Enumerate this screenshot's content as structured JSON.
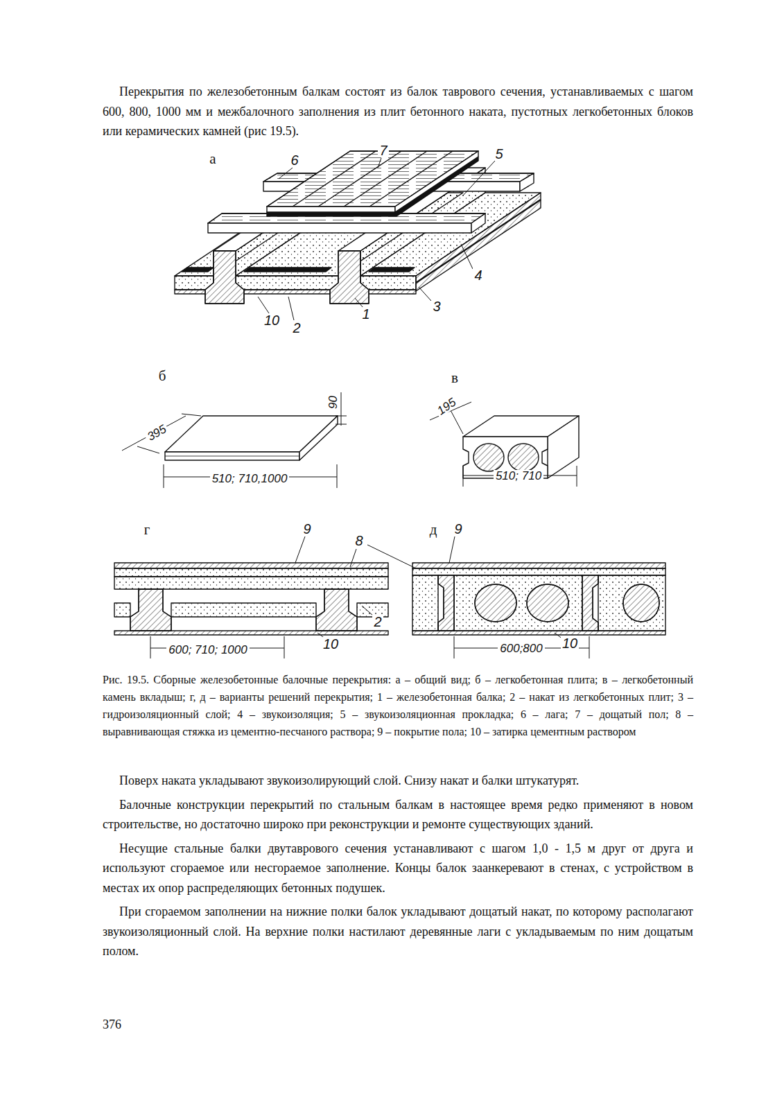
{
  "diagram": {
    "caption": "Рис. 19.5. Сборные железобетонные балочные перекрытия: а – общий вид; б – легкобетонная плита; в – легкобетонный камень вкладыш; г, д – варианты решений перекрытия; 1 – железобетонная балка; 2 – накат из легкобетонных плит; 3 – гидроизоляционный слой; 4 – звукоизоляция; 5 – звукоизоляционная прокладка; 6 – лага; 7 – дощатый пол; 8 – выравнивающая стяжка из цементно-песчаного раствора; 9 – покрытие пола; 10 – затирка цементным раствором",
    "labels": [
      "Перекрытия по железобетонным балкам состоят из балок таврового сечения, устанавливаемых с шагом 600, 800, 1000 мм и межбалочного заполнения из плит бетонного наката, пустотных легкобетонных блоков или керамических камней (рис 19.5).",
      "а",
      "6",
      "7",
      "5",
      "4",
      "3",
      "1",
      "10",
      "2",
      "б",
      "395",
      "90",
      "510; 710,1000",
      "в",
      "195",
      "510; 710",
      "г",
      "9",
      "8",
      "2",
      "10",
      "600; 710; 1000",
      "д",
      "9",
      "10",
      "600;800",
      "Поверх наката укладывают звукоизолирующий слой. Снизу накат и балки штукатурят.",
      "Балочные конструкции перекрытий по стальным балкам в настоящее время редко применяют в новом строительстве, но достаточно широко при реконструкции и ремонте существующих зданий.",
      "Несущие стальные балки двутаврового сечения устанавливают с шагом 1,0 - 1,5 м друг от друга и используют сгораемое или несгораемое заполнение. Концы балок заанкеревают в стенах, с устройством в местах их опор распределяющих бетонных подушек.",
      "При сгораемом заполнении на нижние полки балок укладывают дощатый накат, по которому располагают звукоизоляционный слой. На верхние полки настилают деревянные лаги с укладываемым по ним дощатым полом.",
      "376"
    ]
  }
}
